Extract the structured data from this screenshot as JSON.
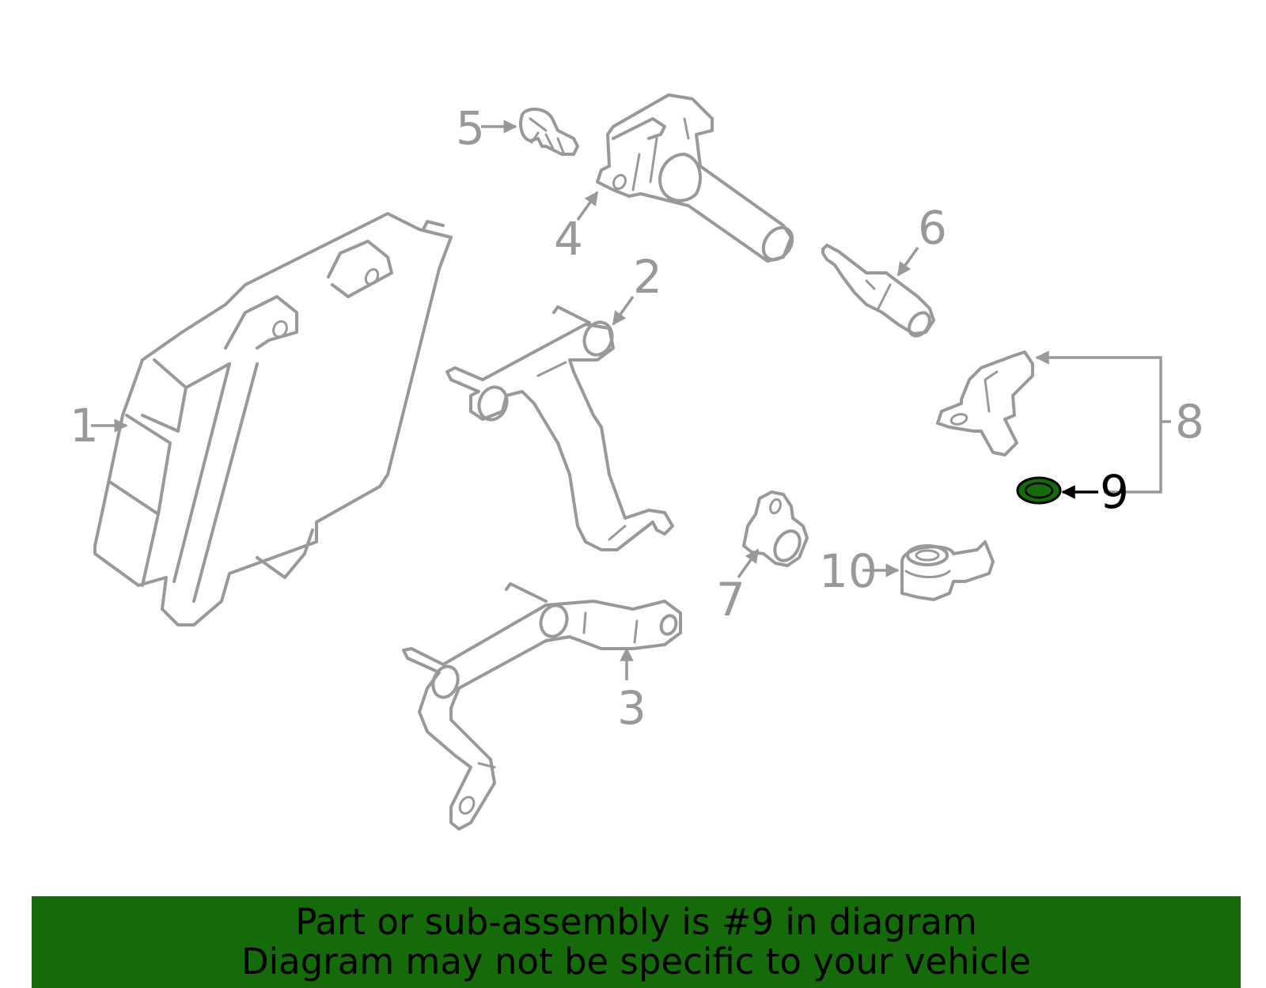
{
  "callouts": {
    "c1": "1",
    "c2": "2",
    "c3": "3",
    "c4": "4",
    "c5": "5",
    "c6": "6",
    "c7": "7",
    "c8": "8",
    "c9": "9",
    "c10": "10"
  },
  "highlight_part": "9",
  "colors": {
    "banner_bg": "#156a0a",
    "part_stroke": "#999999",
    "highlight_fill": "#156a0a",
    "active_callout": "#000000"
  },
  "banner": {
    "line1": "Part or sub-assembly is #9 in diagram",
    "line2": "Diagram may not be specific to your vehicle"
  }
}
